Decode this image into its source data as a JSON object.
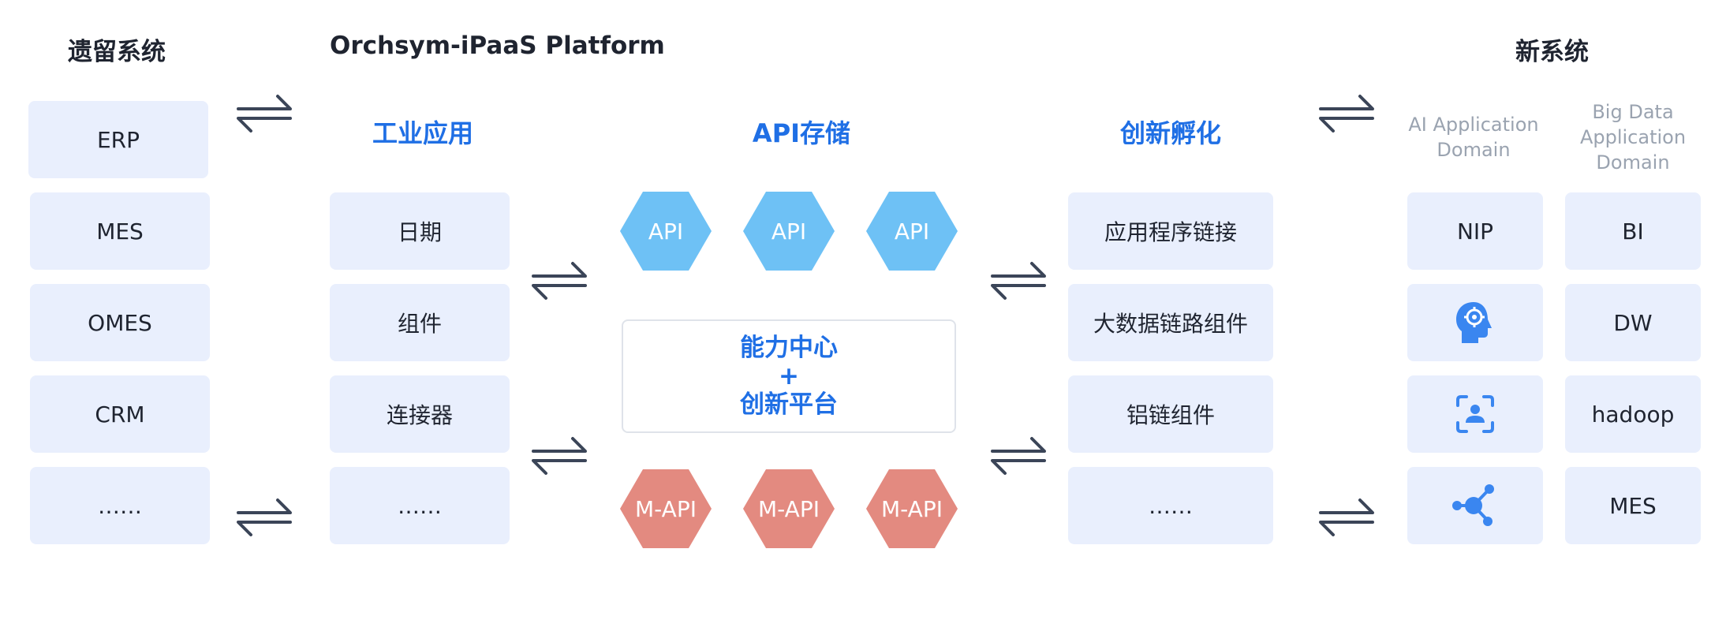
{
  "titles": {
    "legacy": "遗留系统",
    "platform": "Orchsym-iPaaS Platform",
    "new_systems": "新系统"
  },
  "legacy_items": [
    "ERP",
    "MES",
    "OMES",
    "CRM",
    "……"
  ],
  "sections": {
    "industrial": "工业应用",
    "api_storage": "API存储",
    "innovation": "创新孵化"
  },
  "industrial_items": [
    "日期",
    "组件",
    "连接器",
    "……"
  ],
  "api_top": [
    "API",
    "API",
    "API"
  ],
  "api_bottom": [
    "M-API",
    "M-API",
    "M-API"
  ],
  "center": {
    "line1": "能力中心",
    "line2": "+",
    "line3": "创新平台"
  },
  "innovation_items": [
    "应用程序链接",
    "大数据链路组件",
    "铝链组件",
    "……"
  ],
  "ai_domain": {
    "header": [
      "AI Application",
      "Domain"
    ],
    "item1": "NIP"
  },
  "bigdata_domain": {
    "header": [
      "Big Data",
      "Application",
      "Domain"
    ],
    "items": [
      "BI",
      "DW",
      "hadoop",
      "MES"
    ]
  },
  "colors": {
    "accent_blue": "#1f6fe5",
    "box_bg": "#e9effd",
    "api_hex": "#6ec1f5",
    "mapi_hex": "#e38a80",
    "arrow": "#3b4558",
    "icon_blue": "#3a86f0"
  },
  "icons": [
    "exchange-arrows-icon",
    "ai-head-gear-icon",
    "face-scan-icon",
    "network-node-icon"
  ]
}
